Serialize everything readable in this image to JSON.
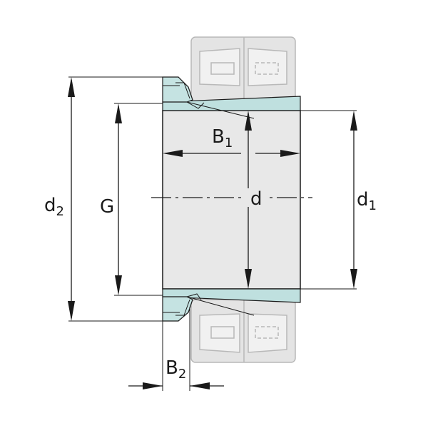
{
  "labels": {
    "B1": {
      "main": "B",
      "sub": "1"
    },
    "B2": {
      "main": "B",
      "sub": "2"
    },
    "d": {
      "main": "d"
    },
    "d1": {
      "main": "d",
      "sub": "1"
    },
    "d2": {
      "main": "d",
      "sub": "2"
    },
    "G": {
      "main": "G"
    }
  },
  "colors": {
    "outline": "#1a1a1a",
    "sleeve_fill": "#e8e8e8",
    "taper_fill": "#bfe0df",
    "ghost_fill": "#e4e4e4",
    "ghost_stroke": "#b8b8b8"
  }
}
